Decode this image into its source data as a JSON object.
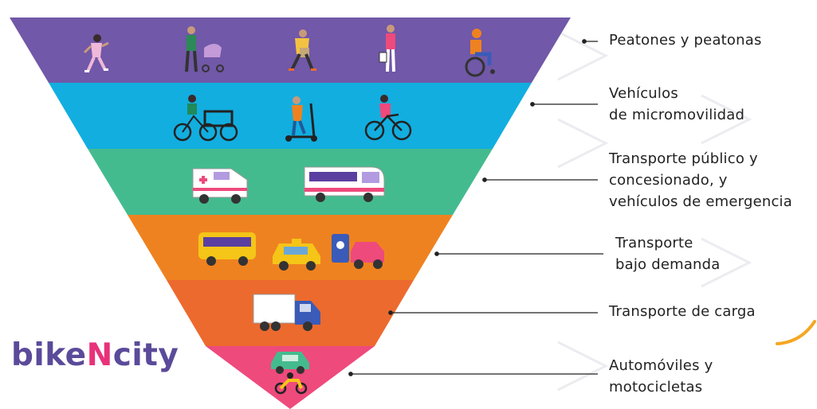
{
  "brand": {
    "logo_part_1": "bike",
    "logo_part_2": "N",
    "logo_part_3": "city",
    "colors": {
      "purple": "#5b4a9a",
      "pink": "#e8327a",
      "accent": "#f5a623"
    }
  },
  "pyramid": {
    "levels": [
      {
        "id": "peatones",
        "label": "Peatones y peatonas",
        "color": "#7158a8",
        "icons": [
          "pedestrian-runner-icon",
          "stroller-pedestrian-icon",
          "walker-with-bag-icon",
          "shopper-pedestrian-icon",
          "wheelchair-user-icon"
        ]
      },
      {
        "id": "micromovilidad",
        "label": "Vehículos\nde micromovilidad",
        "color": "#12aee0",
        "icons": [
          "cargo-tricycle-icon",
          "kick-scooter-icon",
          "bicycle-icon"
        ]
      },
      {
        "id": "publico",
        "label": "Transporte público y\nconcesionado, y\nvehículos de emergencia",
        "color": "#44bb8f",
        "icons": [
          "ambulance-icon",
          "bus-icon"
        ]
      },
      {
        "id": "demanda",
        "label": "Transporte\nbajo demanda",
        "color": "#ef8220",
        "icons": [
          "school-bus-icon",
          "taxi-icon",
          "ride-hailing-app-car-icon"
        ]
      },
      {
        "id": "carga",
        "label": "Transporte de carga",
        "color": "#ec6a2e",
        "icons": [
          "cargo-truck-icon"
        ]
      },
      {
        "id": "automoviles",
        "label": "Automóviles y\nmotocicletas",
        "color": "#ee4a7c",
        "icons": [
          "car-icon",
          "motorcycle-icon"
        ]
      }
    ]
  }
}
